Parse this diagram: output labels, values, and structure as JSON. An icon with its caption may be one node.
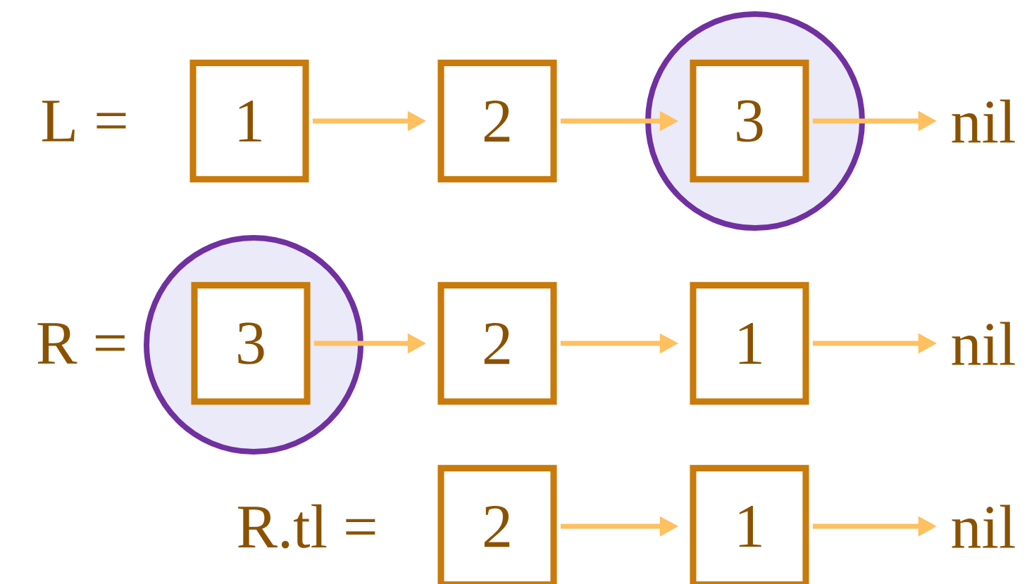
{
  "diagram": {
    "nodes": [
      {
        "text": [
          "1"
        ]
      },
      {
        "text": [
          "2"
        ]
      },
      {
        "text": [],
        "shape": "circle"
      },
      {
        "text": [
          "3"
        ],
        "in": 2
      },
      {
        "text": [
          "nil"
        ]
      },
      {
        "text": [],
        "shape": "circle"
      },
      {
        "text": [
          "3"
        ],
        "in": 5
      },
      {
        "text": [
          "2"
        ]
      },
      {
        "text": [
          "1"
        ]
      },
      {
        "text": [
          "nil"
        ]
      },
      {
        "text": [
          "2"
        ]
      },
      {
        "text": [
          "1"
        ]
      },
      {
        "text": [
          "nil"
        ]
      }
    ],
    "edges": [
      {
        "from": 0,
        "to": 1,
        "arrow": "to"
      },
      {
        "from": 1,
        "to": 3,
        "arrow": "to"
      },
      {
        "from": 3,
        "to": 4,
        "arrow": "to"
      },
      {
        "from": 6,
        "to": 7,
        "arrow": "to"
      },
      {
        "from": 7,
        "to": 8,
        "arrow": "to"
      },
      {
        "from": 8,
        "to": 9,
        "arrow": "to"
      },
      {
        "from": 10,
        "to": 11,
        "arrow": "to"
      },
      {
        "from": 11,
        "to": 12,
        "arrow": "to"
      }
    ],
    "labels": [
      "L =",
      "R =",
      "R.tl ="
    ]
  }
}
